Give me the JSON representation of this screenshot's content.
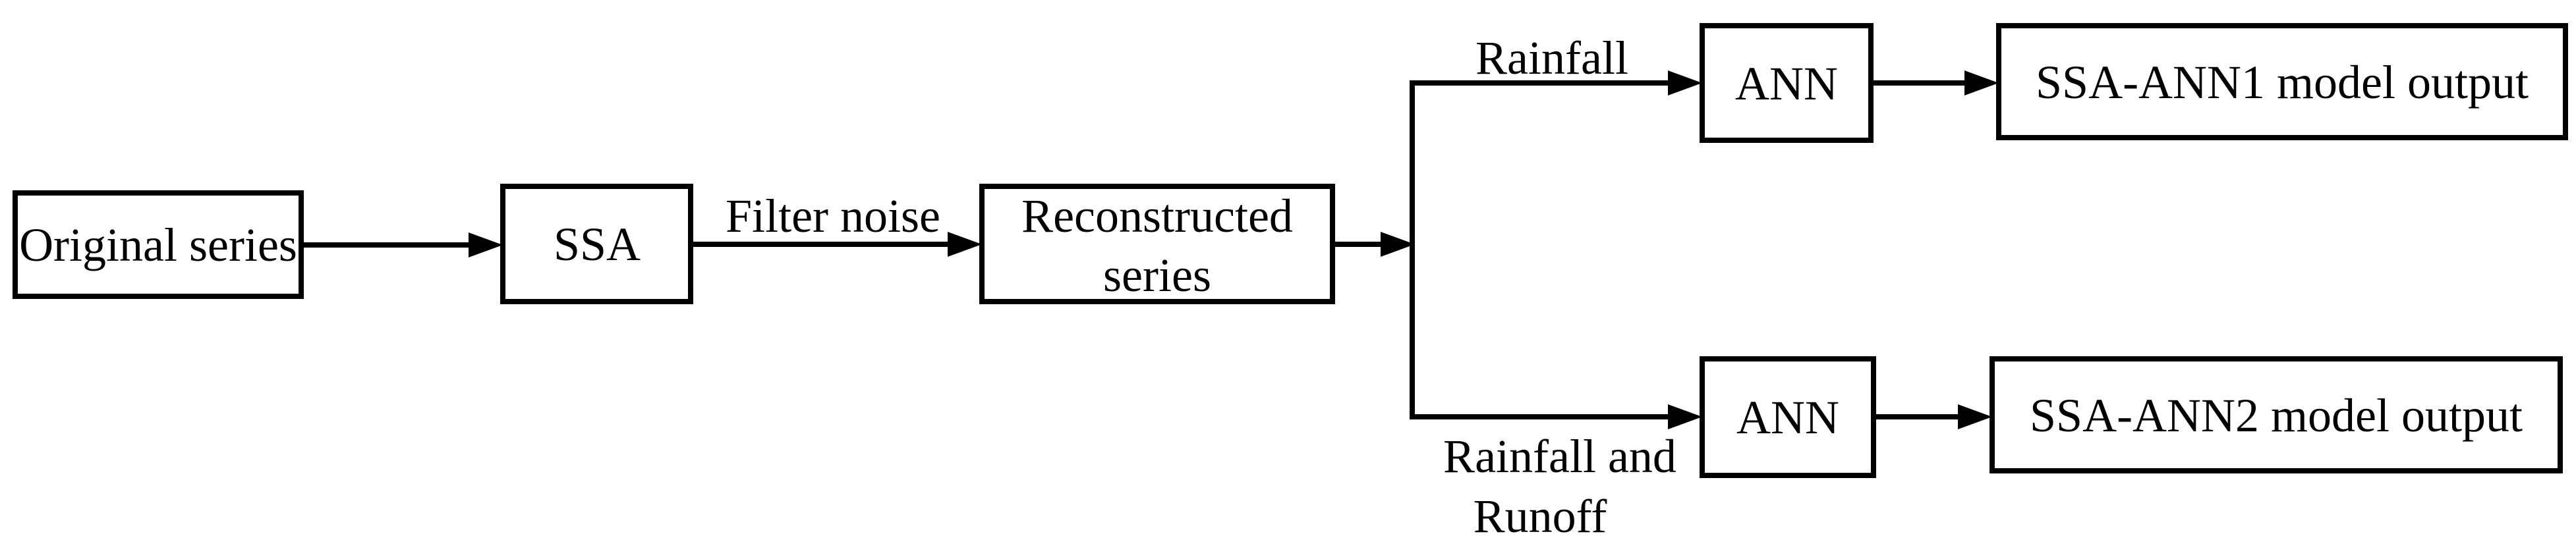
{
  "figure": {
    "type": "flow-diagram",
    "colors": {
      "stroke": "#000000",
      "background": "#ffffff",
      "text": "#000000"
    },
    "nodes": {
      "original_series": "Original series",
      "ssa": "SSA",
      "reconstructed_line1": "Reconstructed",
      "reconstructed_line2": "series",
      "ann_top": "ANN",
      "ann_bottom": "ANN",
      "output_top": "SSA-ANN1 model output",
      "output_bottom": "SSA-ANN2 model output"
    },
    "edge_labels": {
      "filter_noise": "Filter noise",
      "rainfall": "Rainfall",
      "rainfall_runoff_line1": "Rainfall and",
      "rainfall_runoff_line2": "Runoff"
    }
  }
}
